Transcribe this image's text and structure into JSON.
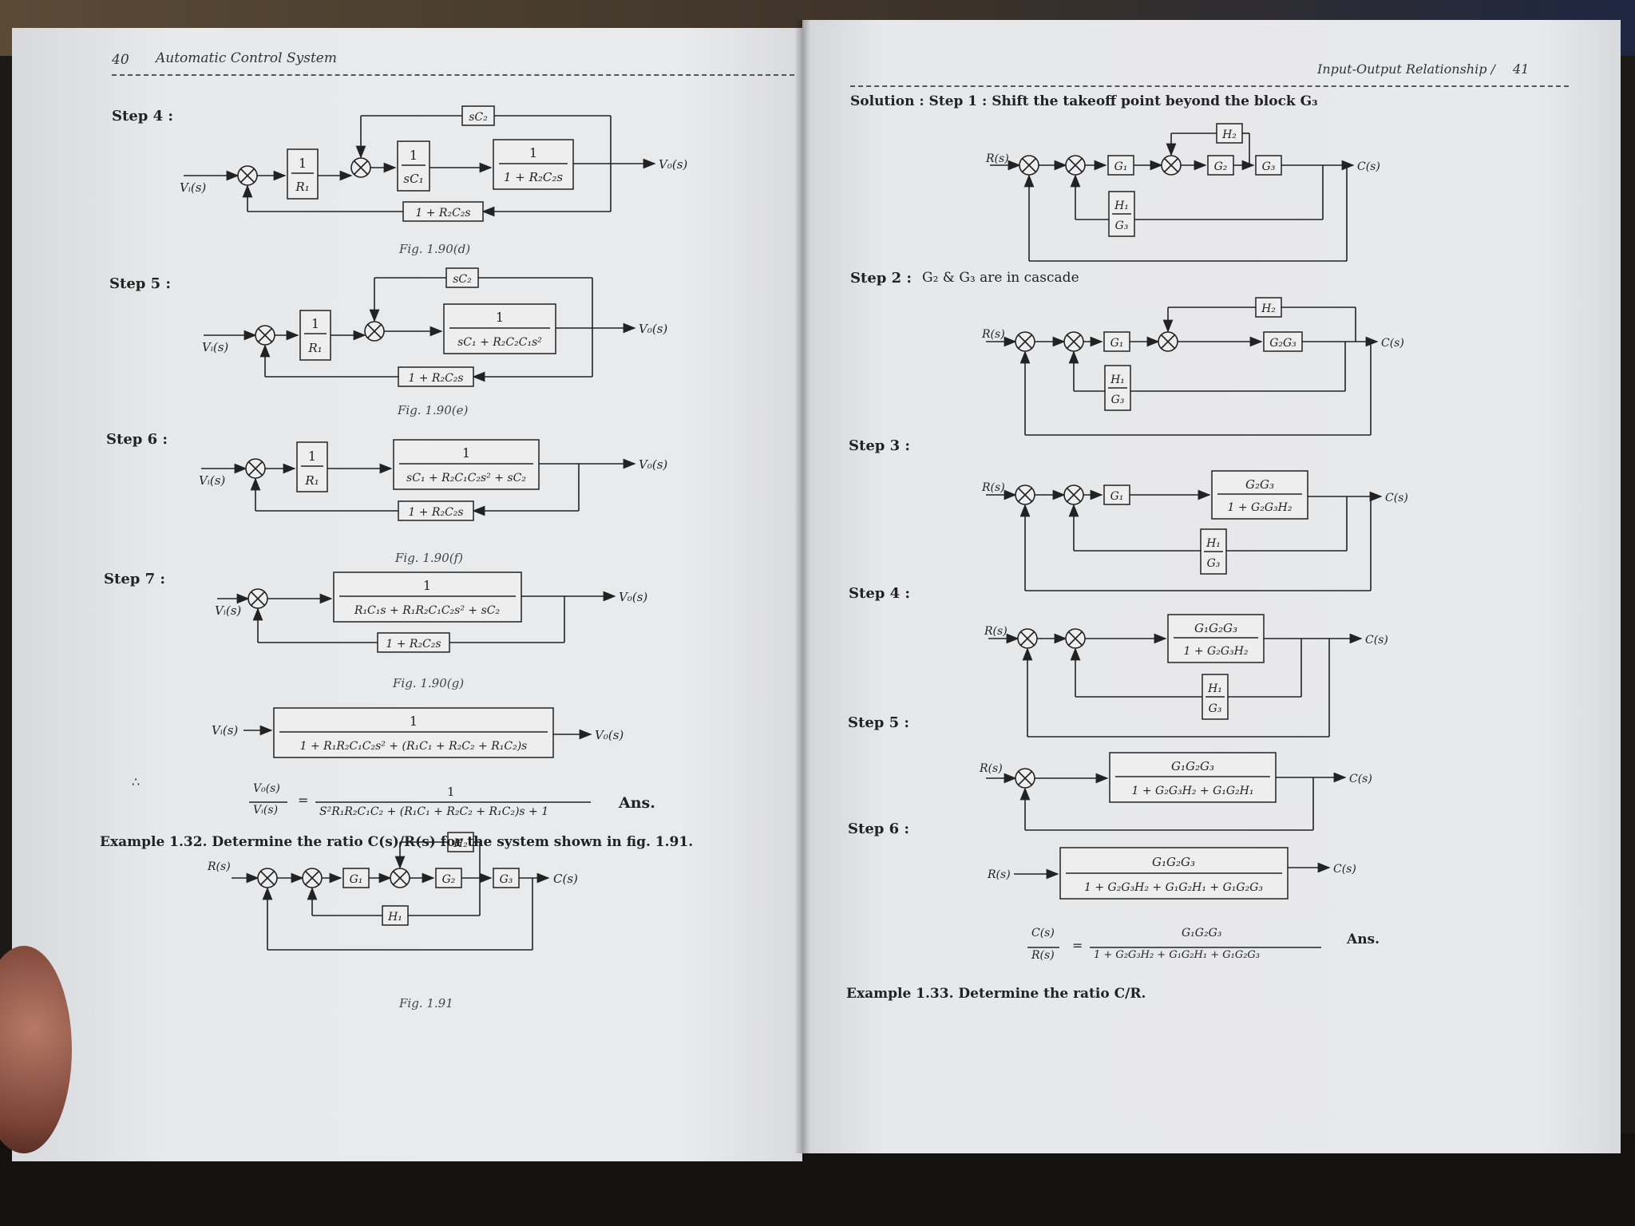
{
  "left_page": {
    "page_number": "40",
    "running_head": "Automatic Control System",
    "steps": [
      {
        "label": "Step 4 :",
        "caption": "Fig. 1.90(d)",
        "input": "Vᵢ(s)",
        "output": "V₀(s)",
        "blocks": [
          "1/R₁",
          "1/sC₁",
          "1/(1 + R₂C₂s)",
          "sC₂",
          "1 + R₂C₂s"
        ]
      },
      {
        "label": "Step 5 :",
        "caption": "Fig. 1.90(e)",
        "input": "Vᵢ(s)",
        "output": "V₀(s)",
        "blocks": [
          "1/R₁",
          "1/(sC₁ + R₂C₂C₁s²)",
          "sC₂",
          "1 + R₂C₂s"
        ]
      },
      {
        "label": "Step 6 :",
        "caption": "Fig. 1.90(f)",
        "input": "Vᵢ(s)",
        "output": "V₀(s)",
        "blocks": [
          "1/R₁",
          "1/(sC₁ + R₂C₁C₂s² + sC₂)",
          "1 + R₂C₂s"
        ]
      },
      {
        "label": "Step 7 :",
        "caption": "Fig. 1.90(g)",
        "input": "Vᵢ(s)",
        "output": "V₀(s)",
        "blocks": [
          "1/(R₁C₁s + R₁R₂C₁C₂s² + sC₂)",
          "1 + R₂C₂s"
        ]
      }
    ],
    "final": {
      "input": "Vᵢ(s)",
      "output": "V₀(s)",
      "numerator": "1",
      "denominator": "1 + R₁R₂C₁C₂s² + (R₁C₁ + R₂C₂ + R₁C₂)s"
    },
    "result": {
      "prefix": "∴",
      "lhs_num": "V₀(s)",
      "lhs_den": "Vᵢ(s)",
      "equals": "=",
      "rhs_num": "1",
      "rhs_den": "S²R₁R₂C₁C₂ + (R₁C₁ + R₂C₂ + R₁C₂)s + 1",
      "ans": "Ans."
    },
    "example": {
      "text": "Example 1.32. Determine the ratio C(s)/R(s) for the system shown in fig. 1.91.",
      "caption": "Fig. 1.91",
      "input": "R(s)",
      "output": "C(s)",
      "blocks": [
        "G₁",
        "G₂",
        "G₃",
        "H₁",
        "H₂"
      ]
    }
  },
  "right_page": {
    "page_number": "41",
    "running_head": "Input-Output Relationship /",
    "solution": "Solution : Step 1 : Shift the takeoff point beyond the block G₃",
    "steps": [
      {
        "label": "Step 2 :",
        "text": "G₂ & G₃ are in cascade",
        "blocks": [
          "G₁",
          "G₂G₃",
          "H₂",
          "H₁/G₃"
        ]
      },
      {
        "label": "Step 3 :",
        "blocks": [
          "G₁",
          "G₂G₃/(1 + G₂G₃H₂)",
          "H₁/G₃"
        ]
      },
      {
        "label": "Step 4 :",
        "blocks": [
          "G₁G₂G₃/(1 + G₂G₃H₂)",
          "H₁/G₃"
        ]
      },
      {
        "label": "Step 5 :",
        "blocks": [
          "G₁G₂G₃/(1 + G₂G₃H₂ + G₁G₂H₁)"
        ]
      },
      {
        "label": "Step 6 :",
        "blocks": [
          "G₁G₂G₃/(1 + G₂G₃H₂ + G₁G₂H₁ + G₁G₂G₃)"
        ]
      }
    ],
    "step1_blocks": [
      "G₁",
      "G₂",
      "G₃",
      "H₂",
      "H₁/G₃"
    ],
    "input": "R(s)",
    "output": "C(s)",
    "final_num": "G₁G₂G₃",
    "final_den": "1 + G₂G₃H₂ + G₁G₂H₁ + G₁G₂G₃",
    "result": {
      "lhs_num": "C(s)",
      "lhs_den": "R(s)",
      "equals": "=",
      "ans": "Ans."
    },
    "example": {
      "text": "Example 1.33.  Determine the ratio C/R."
    }
  }
}
